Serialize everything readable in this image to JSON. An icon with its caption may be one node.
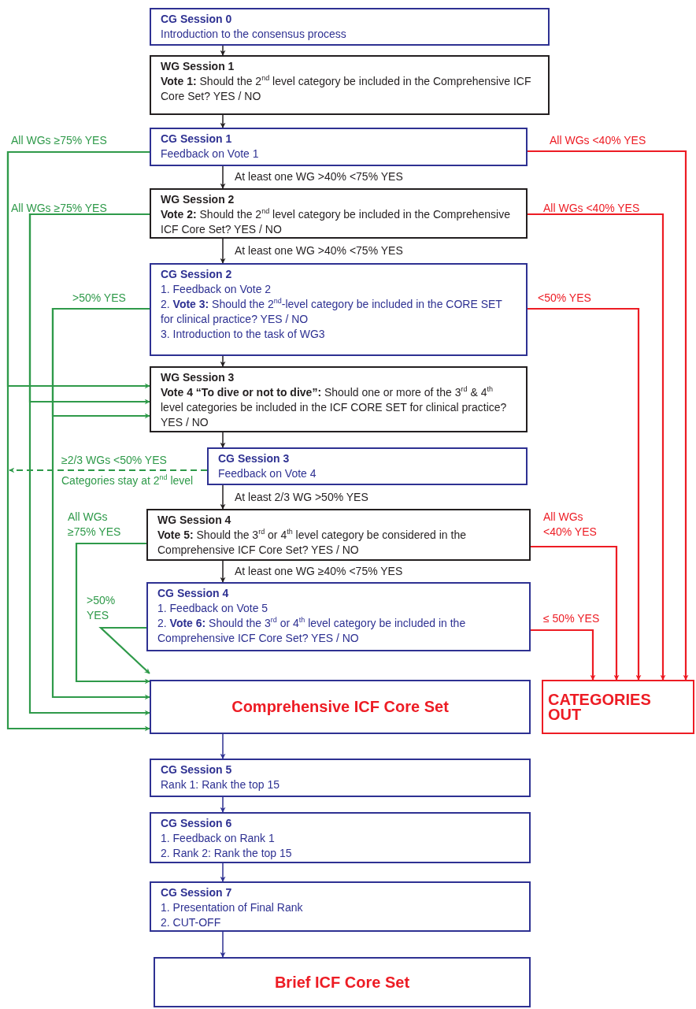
{
  "diagram": {
    "nodes": [
      {
        "text": [
          "CG Session 0",
          "Introduction to the consensus process"
        ]
      },
      {
        "text": [
          "WG Session 1",
          "**Vote 1:** Should the 2$^{nd}$ level category be included in the Comprehensive ICF Core Set? YES / NO"
        ]
      },
      {
        "text": [
          "CG Session 1",
          "Feedback on Vote 1"
        ]
      },
      {
        "text": [
          "WG Session 2",
          "**Vote 2:** Should the 2$^{nd}$ level category be included in the Comprehensive ICF Core Set? YES / NO"
        ]
      },
      {
        "text": [
          "CG Session 2",
          "1. Feedback on Vote 2",
          "2. **Vote 3:** Should the 2$^{nd}$-level category be included in the CORE SET for clinical practice? YES / NO",
          "3. Introduction to the task of WG3"
        ]
      },
      {
        "text": [
          "WG Session 3",
          "**Vote 4 “To dive or not to dive”:** Should one or more of the 3$^{rd}$ & 4$^{th}$ level categories be included in the ICF CORE SET for clinical practice? YES / NO"
        ]
      },
      {
        "text": [
          "CG Session 3",
          "Feedback on Vote 4"
        ]
      },
      {
        "text": [
          "WG Session 4",
          "**Vote 5:** Should the 3$^{rd}$ or 4$^{th}$ level category be considered in the Comprehensive ICF Core Set? YES / NO"
        ]
      },
      {
        "text": [
          "CG Session 4",
          "1. Feedback on Vote 5",
          "2. **Vote 6:** Should the 3$^{rd}$ or 4$^{th}$ level category be included in the Comprehensive ICF Core Set? YES / NO"
        ]
      },
      {
        "text": [
          "Comprehensive ICF Core Set"
        ]
      },
      {
        "text": [
          "CATEGORIES OUT"
        ]
      },
      {
        "text": [
          "CG Session 5",
          "Rank 1: Rank the top 15"
        ]
      },
      {
        "text": [
          "CG Session 6",
          "1. Feedback on Rank 1",
          "2. Rank 2: Rank the top 15"
        ]
      },
      {
        "text": [
          "CG Session 7",
          "1. Presentation of Final Rank",
          "2. CUT-OFF"
        ]
      },
      {
        "text": [
          "Brief ICF Core Set"
        ]
      }
    ],
    "edges": [
      {
        "from": 0,
        "to": 1,
        "arrow": "to",
        "color": "#231f20"
      },
      {
        "from": 1,
        "to": 2,
        "arrow": "to",
        "color": "#231f20"
      },
      {
        "from": 2,
        "to": 3,
        "arrow": "to",
        "color": "#231f20",
        "label": "At least one WG >40% <75% YES"
      },
      {
        "from": 3,
        "to": 4,
        "arrow": "to",
        "color": "#231f20",
        "label": "At least one WG >40% <75% YES"
      },
      {
        "from": 4,
        "to": 5,
        "arrow": "to",
        "color": "#231f20"
      },
      {
        "from": 5,
        "to": 6,
        "arrow": "to",
        "color": "#231f20"
      },
      {
        "from": 6,
        "to": 7,
        "arrow": "to",
        "color": "#231f20",
        "label": "At least 2/3 WG >50% YES"
      },
      {
        "from": 7,
        "to": 8,
        "arrow": "to",
        "color": "#231f20",
        "label": "At least one WG ≥40% <75% YES"
      },
      {
        "from": 2,
        "to": 5,
        "arrow": "to",
        "label": "All WGs ≥75% YES"
      },
      {
        "from": 2,
        "to": 9,
        "arrow": "to"
      },
      {
        "from": 3,
        "to": 5,
        "arrow": "to",
        "label": "All WGs ≥75% YES"
      },
      {
        "from": 3,
        "to": 9,
        "arrow": "to"
      },
      {
        "from": 4,
        "to": 5,
        "arrow": "to",
        "label": ">50% YES"
      },
      {
        "from": 4,
        "to": 9,
        "arrow": "to"
      },
      {
        "from": 6,
        "to": null,
        "arrow": "to",
        "style": "dashed",
        "label": "≥2/3 WGs <50% YES"
      },
      {
        "from": 7,
        "to": 9,
        "arrow": "to",
        "label": "All WGs ≥75% YES"
      },
      {
        "from": 8,
        "to": 9,
        "arrow": "to",
        "label": ">50% YES"
      },
      {
        "from": 2,
        "to": 10,
        "arrow": "to",
        "color": "#ed1c24",
        "label": "All WGs <40% YES"
      },
      {
        "from": 3,
        "to": 10,
        "arrow": "to",
        "color": "#ed1c24",
        "label": "All WGs <40% YES"
      },
      {
        "from": 4,
        "to": 10,
        "arrow": "to",
        "color": "#ed1c24",
        "label": "<50% YES"
      },
      {
        "from": 7,
        "to": 10,
        "arrow": "to",
        "color": "#ed1c24",
        "label": "All WGs <40% YES"
      },
      {
        "from": 8,
        "to": 10,
        "arrow": "to",
        "color": "#ed1c24",
        "label": "≤ 50% YES"
      },
      {
        "from": 9,
        "to": 11,
        "arrow": "to",
        "color": "#2e3192"
      },
      {
        "from": 11,
        "to": 12,
        "arrow": "to",
        "color": "#2e3192"
      },
      {
        "from": 12,
        "to": 13,
        "arrow": "to",
        "color": "#2e3192"
      },
      {
        "from": 13,
        "to": 14,
        "arrow": "to",
        "color": "#2e3192"
      }
    ],
    "labels": [
      "Categories stay at 2$^{nd}$ level"
    ]
  }
}
